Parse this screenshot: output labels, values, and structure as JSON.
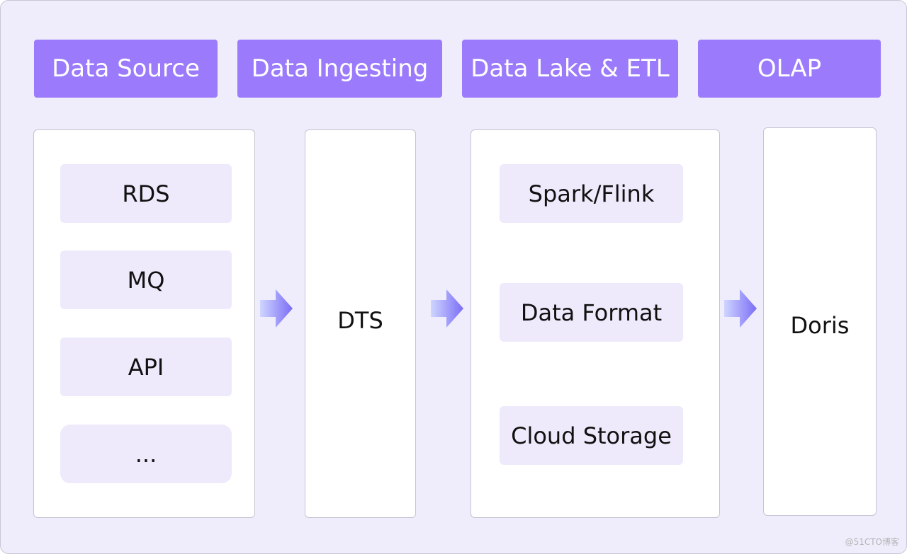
{
  "headers": {
    "source": "Data Source",
    "ingesting": "Data Ingesting",
    "lake": "Data Lake & ETL",
    "olap": "OLAP"
  },
  "source_items": [
    "RDS",
    "MQ",
    "API",
    "..."
  ],
  "ingest_label": "DTS",
  "lake_items": [
    "Spark/Flink",
    "Data Format",
    "Cloud Storage"
  ],
  "olap_label": "Doris",
  "watermark": "@51CTO博客",
  "colors": {
    "background": "#efecfb",
    "header": "#9b7bfb",
    "item": "#eeeafb",
    "arrow": "#7b6cf6"
  },
  "icons": [
    "arrow-right-icon"
  ]
}
